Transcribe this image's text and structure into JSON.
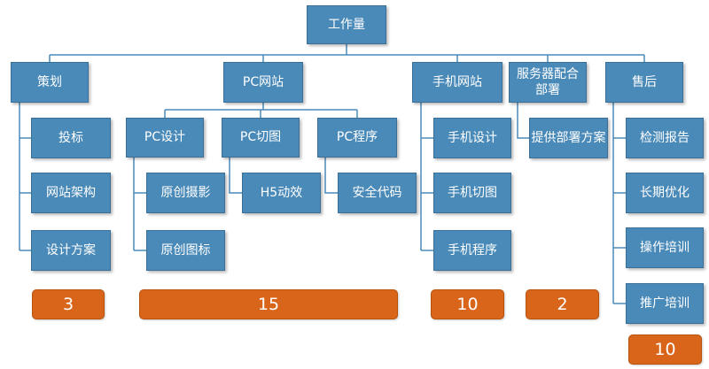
{
  "root": "工作量",
  "planning": {
    "label": "策划",
    "children": [
      "投标",
      "网站架构",
      "设计方案"
    ],
    "count": "3"
  },
  "pc_site": {
    "label": "PC网站",
    "design": {
      "label": "PC设计",
      "children": [
        "原创摄影",
        "原创图标"
      ]
    },
    "slicing": {
      "label": "PC切图",
      "children": [
        "H5动效"
      ]
    },
    "program": {
      "label": "PC程序",
      "children": [
        "安全代码"
      ]
    },
    "count": "15"
  },
  "mobile_site": {
    "label": "手机网站",
    "children": [
      "手机设计",
      "手机切图",
      "手机程序"
    ],
    "count": "10"
  },
  "server": {
    "label": "服务器配合部署",
    "children": [
      "提供部署方案"
    ],
    "count": "2"
  },
  "after_sales": {
    "label": "售后",
    "children": [
      "检测报告",
      "长期优化",
      "操作培训",
      "推广培训"
    ],
    "count": "10"
  },
  "colors": {
    "node_fill": "#4a8ab8",
    "connector": "#4a8ab8",
    "count_fill": "#d9651a",
    "text": "#ffffff"
  }
}
